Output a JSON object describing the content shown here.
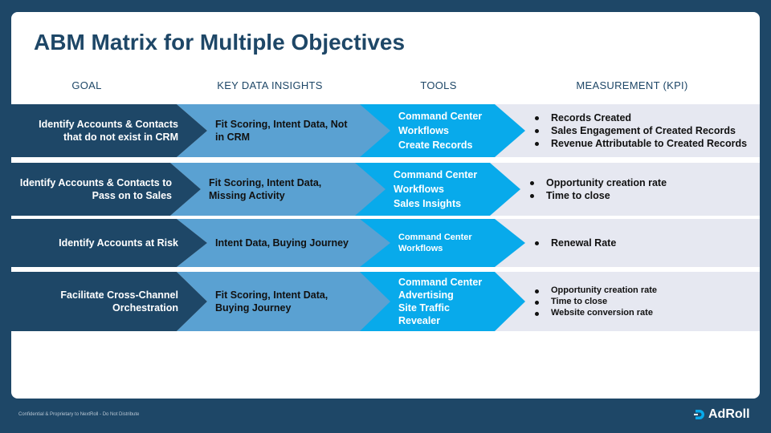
{
  "title": "ABM Matrix for Multiple Objectives",
  "headers": {
    "goal": "GOAL",
    "insights": "KEY DATA INSIGHTS",
    "tools": "TOOLS",
    "kpi": "MEASUREMENT (KPI)"
  },
  "rows": [
    {
      "goal_line1": "Identify Accounts & Contacts",
      "goal_line2": "that do not exist in CRM",
      "insight_line1": "Fit Scoring, Intent Data, Not",
      "insight_line2": "in CRM",
      "tools": [
        "Command Center",
        "Workflows",
        "Create Records"
      ],
      "kpis": [
        "Records Created",
        "Sales Engagement of Created Records",
        "Revenue Attributable to Created Records"
      ]
    },
    {
      "goal_line1": "Identify Accounts & Contacts to",
      "goal_line2": "Pass on to Sales",
      "insight_line1": "Fit Scoring, Intent Data,",
      "insight_line2": "Missing Activity",
      "tools": [
        "Command Center",
        "Workflows",
        "Sales Insights"
      ],
      "kpis": [
        "Opportunity creation rate",
        "Time to close"
      ]
    },
    {
      "goal_line1": "Identify Accounts at Risk",
      "goal_line2": "",
      "insight_line1": "Intent Data, Buying Journey",
      "insight_line2": "",
      "tools": [
        "Command Center",
        "Workflows"
      ],
      "kpis": [
        "Renewal Rate"
      ]
    },
    {
      "goal_line1": "Facilitate Cross-Channel",
      "goal_line2": "Orchestration",
      "insight_line1": "Fit Scoring, Intent Data,",
      "insight_line2": "Buying Journey",
      "tools": [
        "Command Center",
        "Advertising",
        "Site Traffic",
        "Revealer"
      ],
      "kpis": [
        "Opportunity creation rate",
        "Time to close",
        "Website conversion rate"
      ]
    }
  ],
  "footer": "Confidential & Proprietary to NextRoll - Do Not Distribute",
  "logo": {
    "text": "AdRoll",
    "icon": "adroll-logo-icon"
  }
}
